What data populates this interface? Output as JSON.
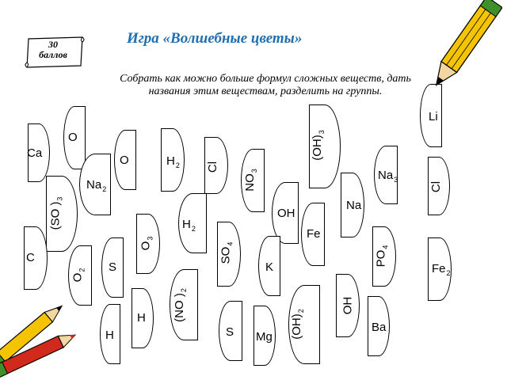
{
  "header": {
    "title": "Игра «Волшебные цветы»",
    "score_line1": "30",
    "score_line2": "баллов"
  },
  "task": {
    "text": "Собрать как можно больше формул сложных веществ, дать названия этим веществам, разделить на группы."
  },
  "petals": [
    {
      "text": "O",
      "sub": ""
    },
    {
      "text": "Ca",
      "sub": ""
    },
    {
      "text": "O",
      "sub": ""
    },
    {
      "text": "H",
      "sub": "2"
    },
    {
      "text": "Cl",
      "sub": ""
    },
    {
      "text": "NO",
      "sub": "3"
    },
    {
      "text": "(OH)",
      "sub": "3"
    },
    {
      "text": "Li",
      "sub": ""
    },
    {
      "text": "Na",
      "sub": "3"
    },
    {
      "text": "Cl",
      "sub": ""
    },
    {
      "text": "Na",
      "sub": "2"
    },
    {
      "text": "(SO )",
      "sub": "3"
    },
    {
      "text": "OH",
      "sub": ""
    },
    {
      "text": "Na",
      "sub": ""
    },
    {
      "text": "H",
      "sub": "2"
    },
    {
      "text": "Fe",
      "sub": ""
    },
    {
      "text": "O",
      "sub": "3"
    },
    {
      "text": "C",
      "sub": ""
    },
    {
      "text": "SO",
      "sub": "4"
    },
    {
      "text": "PO",
      "sub": "4"
    },
    {
      "text": "S",
      "sub": ""
    },
    {
      "text": "K",
      "sub": ""
    },
    {
      "text": "O",
      "sub": "2"
    },
    {
      "text": "Fe",
      "sub": "2"
    },
    {
      "text": "(NO )",
      "sub": "2"
    },
    {
      "text": "OH",
      "sub": ""
    },
    {
      "text": "H",
      "sub": ""
    },
    {
      "text": "(OH)",
      "sub": "2"
    },
    {
      "text": "S",
      "sub": ""
    },
    {
      "text": "Ba",
      "sub": ""
    },
    {
      "text": "H",
      "sub": ""
    },
    {
      "text": "Mg",
      "sub": ""
    }
  ],
  "colors": {
    "title": "#1f6fb2",
    "pencil_yellow": "#f5c400",
    "pencil_red": "#d12a1c",
    "pencil_green": "#3f8f2a"
  }
}
